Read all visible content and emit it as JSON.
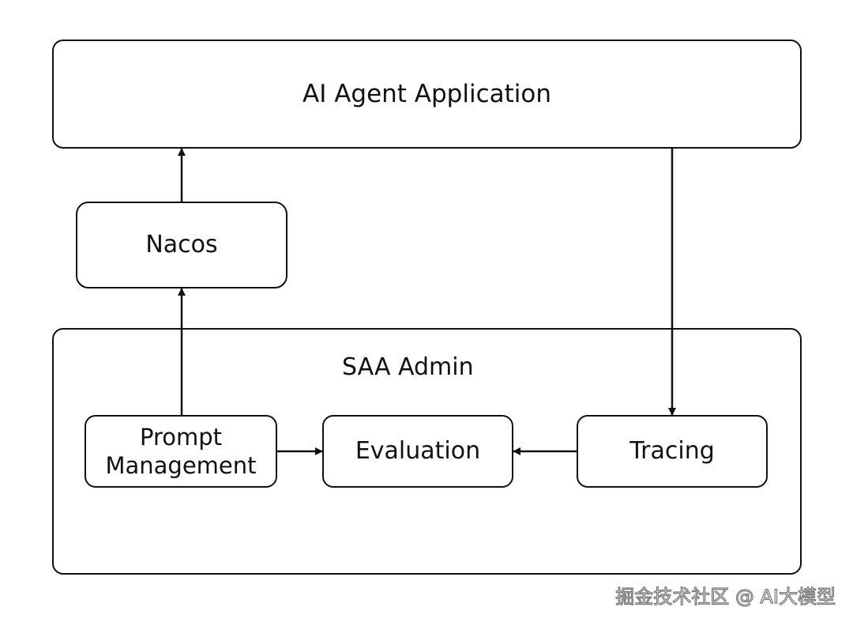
{
  "diagram": {
    "nodes": {
      "app": {
        "label": "AI Agent Application"
      },
      "nacos": {
        "label": "Nacos"
      },
      "admin": {
        "label": "SAA Admin"
      },
      "prompt": {
        "label": "Prompt\nManagement"
      },
      "evaluation": {
        "label": "Evaluation"
      },
      "tracing": {
        "label": "Tracing"
      }
    },
    "edges": [
      {
        "from": "Nacos",
        "to": "AI Agent Application"
      },
      {
        "from": "Prompt Management",
        "to": "Nacos"
      },
      {
        "from": "AI Agent Application",
        "to": "Tracing"
      },
      {
        "from": "Prompt Management",
        "to": "Evaluation"
      },
      {
        "from": "Tracing",
        "to": "Evaluation"
      }
    ],
    "line_color": "#111111"
  },
  "watermark": {
    "text": "掘金技术社区 @ AI大模型"
  }
}
